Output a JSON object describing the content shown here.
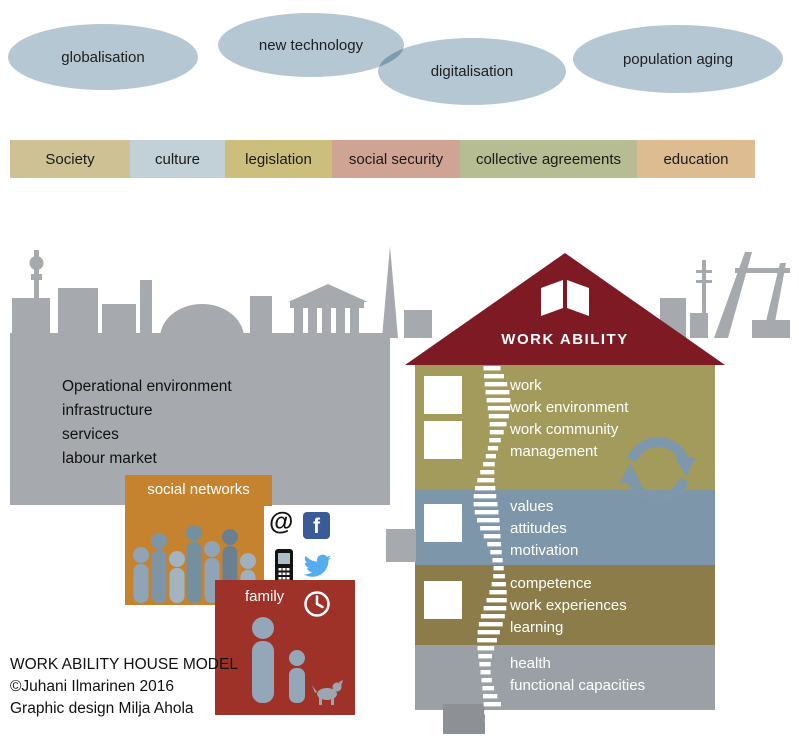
{
  "trends": [
    {
      "label": "globalisation"
    },
    {
      "label": "new technology"
    },
    {
      "label": "digitalisation"
    },
    {
      "label": "population aging"
    }
  ],
  "society_bar": {
    "segments": [
      {
        "label": "Society",
        "color": "#cec194"
      },
      {
        "label": "culture",
        "color": "#c2d0d8"
      },
      {
        "label": "legislation",
        "color": "#ccbe7d"
      },
      {
        "label": "social security",
        "color": "#d0a494"
      },
      {
        "label": "collective agreements",
        "color": "#b6bd92"
      },
      {
        "label": "education",
        "color": "#dcbc90"
      }
    ]
  },
  "environment": {
    "line1": "Operational environment",
    "line2": "infrastructure",
    "line3": "services",
    "line4": "labour market"
  },
  "house": {
    "roof": {
      "label": "WORK ABILITY",
      "color": "#7d1a24"
    },
    "floors": [
      {
        "id": "work",
        "color": "#a39b5c",
        "line1": "work",
        "line2": "work environment",
        "line3": "work community",
        "line4": "management"
      },
      {
        "id": "values",
        "color": "#7e96a9",
        "line1": "values",
        "line2": "attitudes",
        "line3": "motivation"
      },
      {
        "id": "competence",
        "color": "#8b7c49",
        "line1": "competence",
        "line2": "work experiences",
        "line3": "learning"
      },
      {
        "id": "health",
        "color": "#9aa0a5",
        "line1": "health",
        "line2": "functional capacities"
      }
    ]
  },
  "social_networks": {
    "label": "social networks",
    "color": "#c5832f"
  },
  "family": {
    "label": "family",
    "color": "#9e3128"
  },
  "icons": {
    "at_symbol": "@",
    "facebook_letter": "f"
  },
  "credits": {
    "line1": "WORK ABILITY HOUSE MODEL",
    "line2": "©Juhani Ilmarinen 2016",
    "line3": "Graphic design Milja Ahola"
  }
}
